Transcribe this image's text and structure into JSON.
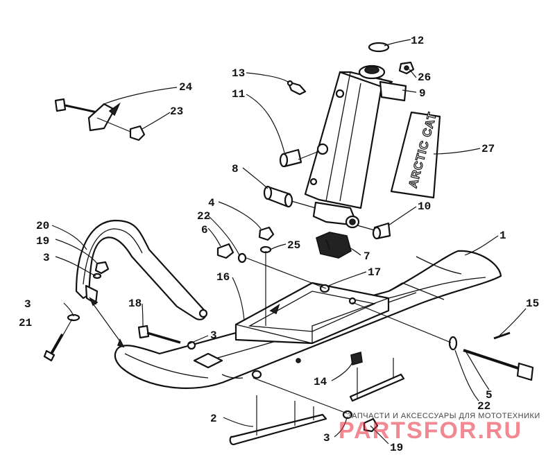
{
  "callouts": [
    {
      "id": "c1",
      "label": "1"
    },
    {
      "id": "c2",
      "label": "2"
    },
    {
      "id": "c3a",
      "label": "3"
    },
    {
      "id": "c3b",
      "label": "3"
    },
    {
      "id": "c3c",
      "label": "3"
    },
    {
      "id": "c3d",
      "label": "3"
    },
    {
      "id": "c4",
      "label": "4"
    },
    {
      "id": "c5",
      "label": "5"
    },
    {
      "id": "c6",
      "label": "6"
    },
    {
      "id": "c7",
      "label": "7"
    },
    {
      "id": "c8",
      "label": "8"
    },
    {
      "id": "c9",
      "label": "9"
    },
    {
      "id": "c10",
      "label": "10"
    },
    {
      "id": "c11",
      "label": "11"
    },
    {
      "id": "c12",
      "label": "12"
    },
    {
      "id": "c13",
      "label": "13"
    },
    {
      "id": "c14",
      "label": "14"
    },
    {
      "id": "c15",
      "label": "15"
    },
    {
      "id": "c16",
      "label": "16"
    },
    {
      "id": "c17",
      "label": "17"
    },
    {
      "id": "c18",
      "label": "18"
    },
    {
      "id": "c19a",
      "label": "19"
    },
    {
      "id": "c19b",
      "label": "19"
    },
    {
      "id": "c20",
      "label": "20"
    },
    {
      "id": "c21",
      "label": "21"
    },
    {
      "id": "c22a",
      "label": "22"
    },
    {
      "id": "c22b",
      "label": "22"
    },
    {
      "id": "c23",
      "label": "23"
    },
    {
      "id": "c24",
      "label": "24"
    },
    {
      "id": "c25",
      "label": "25"
    },
    {
      "id": "c26",
      "label": "26"
    },
    {
      "id": "c27",
      "label": "27"
    }
  ],
  "decal_text": "ARCTIC CAT",
  "watermark": {
    "tagline": "ЗАПЧАСТИ И АКСЕССУАРЫ ДЛЯ МОТОТЕХНИКИ",
    "logo": "PARTSFOR.RU",
    "color": "#e8283a"
  }
}
